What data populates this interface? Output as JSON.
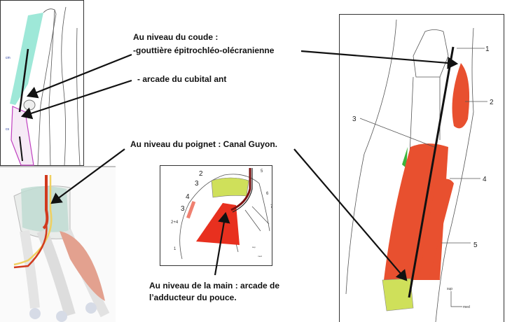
{
  "captions": {
    "elbow_title": "Au niveau du coude :",
    "elbow_line1": "-gouttière épitrochléo-olécranienne",
    "elbow_line2": "- arcade du cubital ant",
    "wrist": "Au niveau du poignet : Canal Guyon.",
    "hand_line1": "Au niveau de la main : arcade de",
    "hand_line2": "l’adducteur du pouce."
  },
  "elbow_figure": {
    "labels": [
      "cm",
      "cs"
    ]
  },
  "hand_figure": {
    "labels": [
      "2",
      "3",
      "4",
      "3",
      "2+4",
      "1",
      "5",
      "6",
      "7"
    ],
    "orientation": [
      "sup",
      "med"
    ]
  },
  "forearm_figure": {
    "labels": [
      "1",
      "2",
      "3",
      "4",
      "5"
    ],
    "orientation": [
      "sup",
      "med"
    ]
  },
  "colors": {
    "muscle": "#e8502f",
    "retinaculum": "#cfe05a",
    "elbow_fascia": "#9ee8d8",
    "arrow": "#111111"
  }
}
